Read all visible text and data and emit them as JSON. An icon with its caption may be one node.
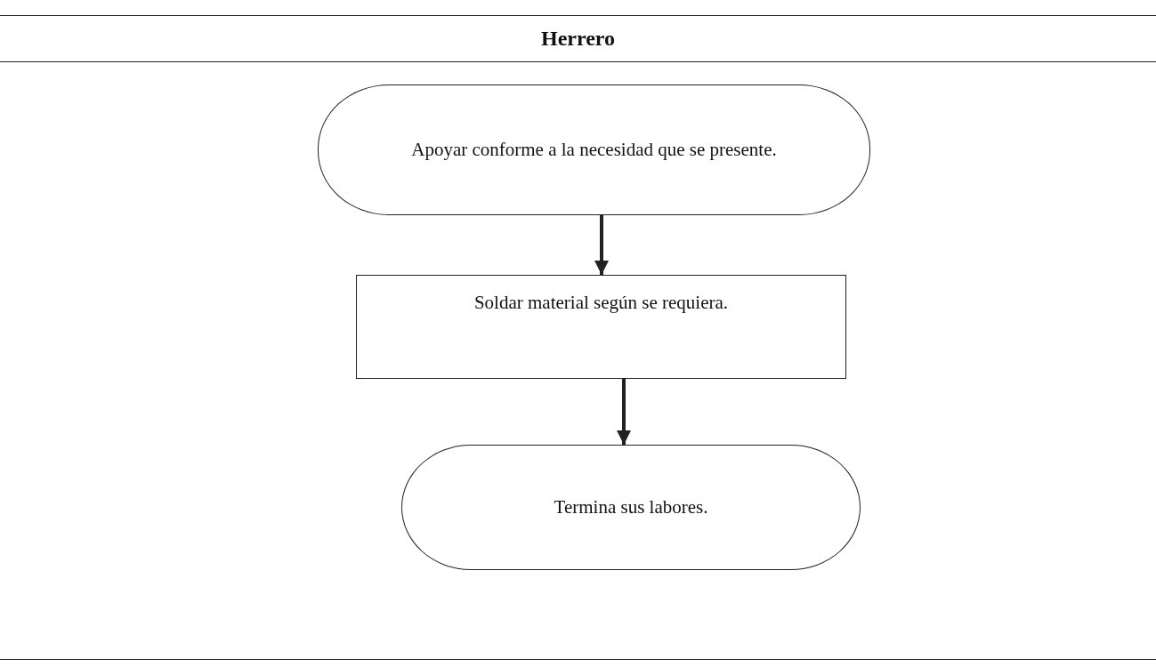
{
  "diagram": {
    "nodes": [
      {
        "text": [
          "Herrero"
        ]
      },
      {
        "text": [
          "Apoyar conforme a la necesidad que se presente."
        ],
        "in": 0
      },
      {
        "text": [
          "Soldar material según se requiera."
        ],
        "in": 0
      },
      {
        "text": [
          "Termina sus labores."
        ],
        "in": 0
      }
    ],
    "edges": [
      {
        "from": 1,
        "to": 2,
        "arrow": "to"
      },
      {
        "from": 2,
        "to": 3,
        "arrow": "to"
      }
    ]
  }
}
